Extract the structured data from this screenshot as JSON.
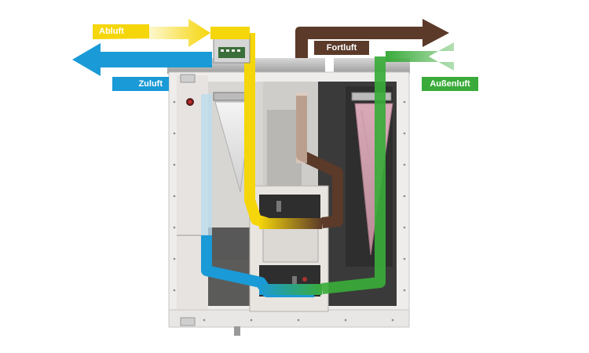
{
  "labels": {
    "abluft": "Abluft",
    "zuluft": "Zuluft",
    "fortluft": "Fortluft",
    "aussenluft": "Außenluft"
  },
  "colors": {
    "abluft": "#f5d60a",
    "zuluft": "#1a9ad6",
    "fortluft": "#5b3a29",
    "aussenluft": "#3aab3a",
    "housing": "#f2f0ee",
    "interior": "#3a3a3a"
  },
  "icons": {
    "heat_exchanger": "heat-exchanger-icon",
    "filter": "filter-icon",
    "fan": "fan-icon"
  }
}
